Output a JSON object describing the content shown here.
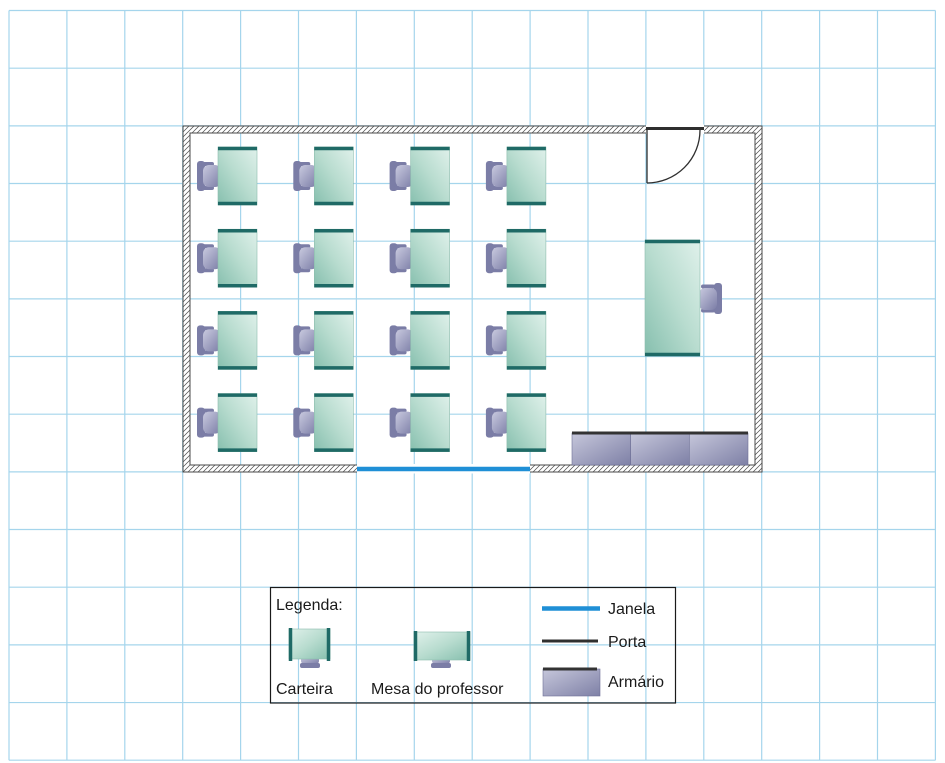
{
  "legend": {
    "title": "Legenda:",
    "items": [
      {
        "label": "Carteira",
        "icon": "student-desk-icon"
      },
      {
        "label": "Mesa do professor",
        "icon": "teacher-desk-icon"
      },
      {
        "label": "Janela",
        "icon": "window-line-icon"
      },
      {
        "label": "Porta",
        "icon": "door-line-icon"
      },
      {
        "label": "Armário",
        "icon": "cabinet-icon"
      }
    ]
  },
  "floor_plan": {
    "student_desks": {
      "rows": 4,
      "columns": 4
    },
    "cabinet_sections": 3
  },
  "colors": {
    "grid": "#a5d5ec",
    "wall": "#4a4a4a",
    "window": "#1f8fd6",
    "door": "#2f2f2f",
    "desk_light": "#e0f1eb",
    "desk_mid": "#b8dccf",
    "desk_dark": "#86bfae",
    "desk_edge": "#1f6a66",
    "chair_light": "#c9cadf",
    "chair_dark": "#7b7da6",
    "cabinet_light": "#c6c7db",
    "cabinet_dark": "#7e80a6",
    "cabinet_edge": "#333333"
  }
}
